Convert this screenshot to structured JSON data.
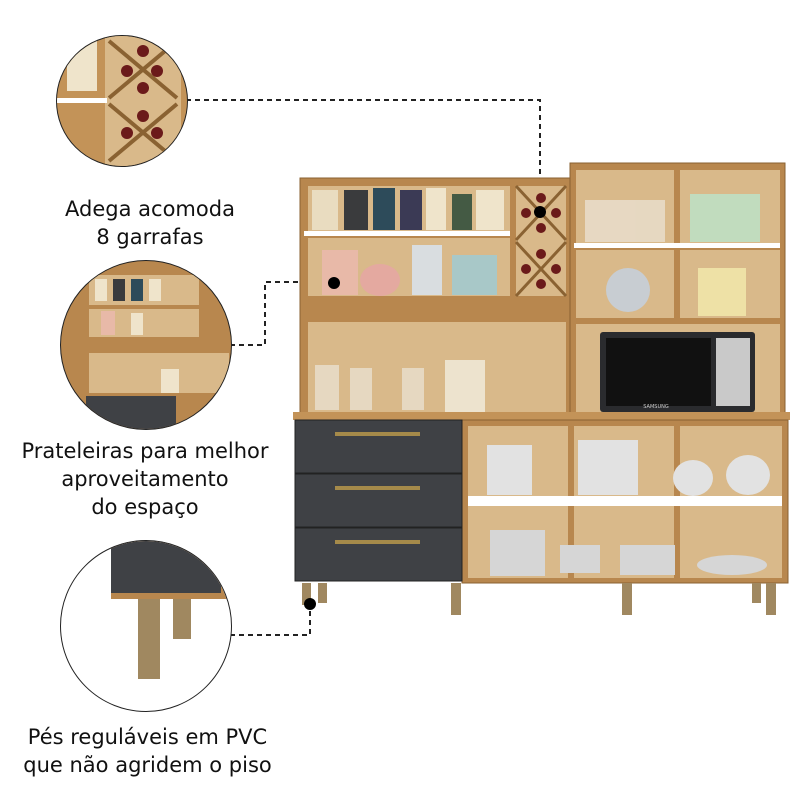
{
  "callouts": [
    {
      "lines": [
        "Adega acomoda",
        "8 garrafas"
      ]
    },
    {
      "lines": [
        "Prateleiras para melhor",
        "aproveitamento",
        "do espaço"
      ]
    },
    {
      "lines": [
        "Pés reguláveis em PVC",
        "que não agridem o piso"
      ]
    }
  ],
  "microwave_brand": "SAMSUNG",
  "colors": {
    "wood": "#b8874e",
    "wood_dark": "#8a6232",
    "drawer": "#3f4145",
    "handle": "#a58a4a",
    "leg": "#a08860"
  }
}
